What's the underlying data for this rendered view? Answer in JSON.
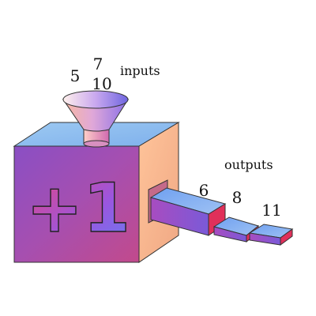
{
  "diagram": {
    "operation": "+1",
    "inputs_label": "inputs",
    "outputs_label": "outputs",
    "inputs": [
      "5",
      "7",
      "10"
    ],
    "outputs": [
      "6",
      "8",
      "11"
    ]
  }
}
